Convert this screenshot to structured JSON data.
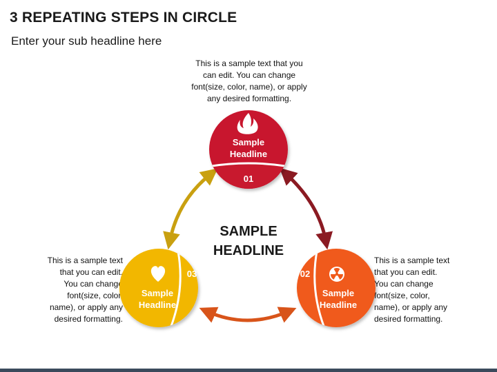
{
  "header": {
    "title": "3 REPEATING STEPS IN CIRCLE",
    "subtitle": "Enter your sub headline here"
  },
  "center": {
    "line1": "SAMPLE",
    "line2": "HEADLINE"
  },
  "steps": [
    {
      "number": "01",
      "headline_line1": "Sample",
      "headline_line2": "Headline",
      "icon": "flame-icon",
      "color": "#c8192e",
      "description_lines": [
        "This is a sample text that you",
        "can edit. You can change",
        "font(size, color, name), or apply",
        "any desired formatting."
      ]
    },
    {
      "number": "02",
      "headline_line1": "Sample",
      "headline_line2": "Headline",
      "icon": "radiation-icon",
      "color": "#f05a1a",
      "description_lines": [
        "This is a sample text",
        "that you can edit.",
        "You can change",
        "font(size, color,",
        "name), or apply any",
        "desired formatting."
      ]
    },
    {
      "number": "03",
      "headline_line1": "Sample",
      "headline_line2": "Headline",
      "icon": "heart-icon",
      "color": "#f2b705",
      "description_lines": [
        "This is a sample text",
        "that you can edit.",
        "You can change",
        "font(size, color,",
        "name), or apply any",
        "desired formatting."
      ]
    }
  ],
  "arrow_colors": {
    "step1_to_step2": "#8b1a22",
    "step2_to_step3": "#d8541a",
    "step3_to_step1": "#c9a010"
  }
}
